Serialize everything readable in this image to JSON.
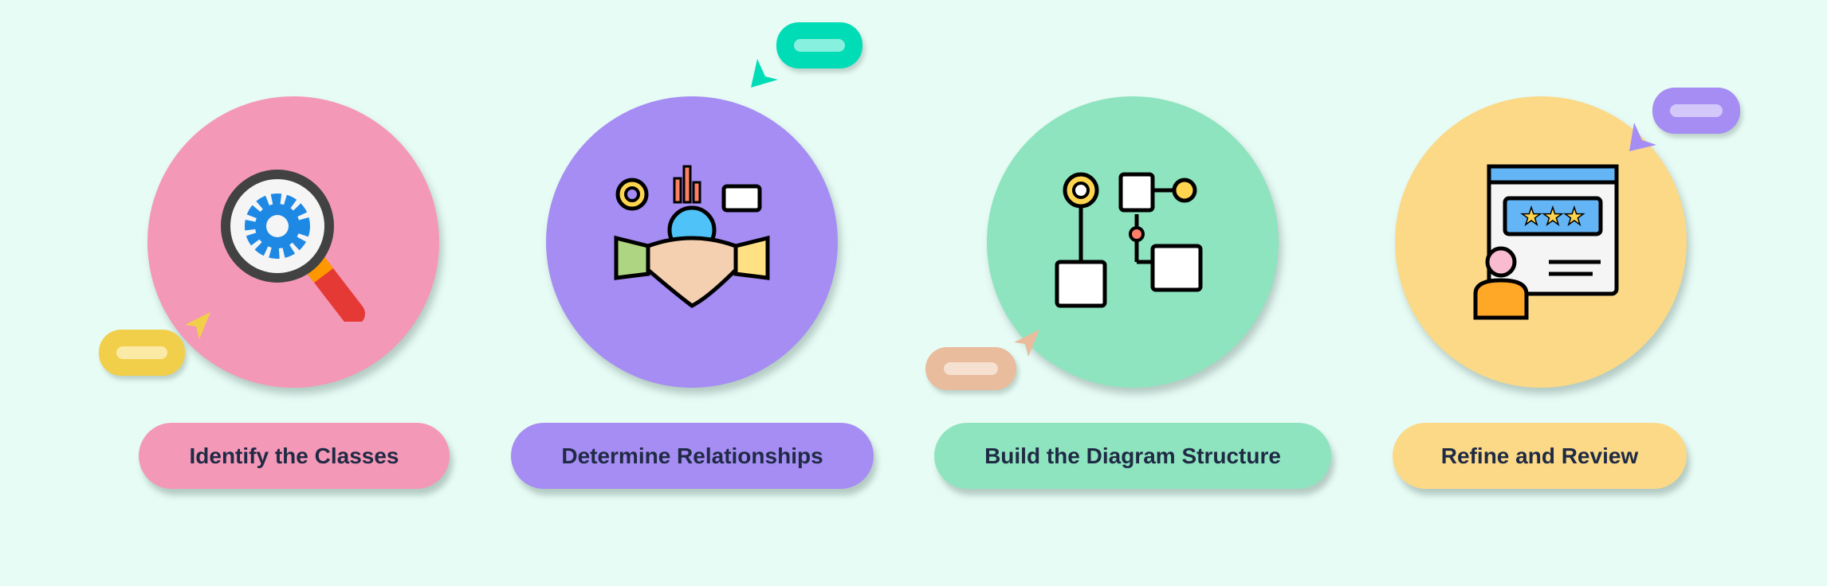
{
  "steps": [
    {
      "label": "Identify the Classes",
      "color": "#f498b7",
      "icon": "magnifier-gear-icon"
    },
    {
      "label": "Determine Relationships",
      "color": "#a58df3",
      "icon": "handshake-network-icon"
    },
    {
      "label": "Build the Diagram Structure",
      "color": "#8ee4bf",
      "icon": "flowchart-structure-icon"
    },
    {
      "label": "Refine and Review",
      "color": "#fbd987",
      "icon": "review-rating-icon"
    }
  ],
  "decor": {
    "yellow": "#f2cf4a",
    "teal": "#00ddb6",
    "peach": "#e8bc9c",
    "purple": "#a58df3"
  }
}
